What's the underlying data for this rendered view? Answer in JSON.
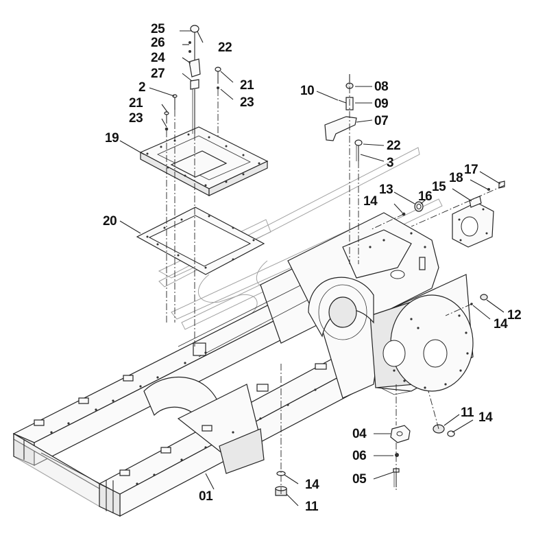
{
  "callouts": [
    {
      "id": "c25",
      "text": "25"
    },
    {
      "id": "c22a",
      "text": "22"
    },
    {
      "id": "c26",
      "text": "26"
    },
    {
      "id": "c24",
      "text": "24"
    },
    {
      "id": "c27",
      "text": "27"
    },
    {
      "id": "c2",
      "text": "2"
    },
    {
      "id": "c21a",
      "text": "21"
    },
    {
      "id": "c21b",
      "text": "21"
    },
    {
      "id": "c23a",
      "text": "23"
    },
    {
      "id": "c23b",
      "text": "23"
    },
    {
      "id": "c19",
      "text": "19"
    },
    {
      "id": "c10",
      "text": "10"
    },
    {
      "id": "c08",
      "text": "08"
    },
    {
      "id": "c09",
      "text": "09"
    },
    {
      "id": "c07",
      "text": "07"
    },
    {
      "id": "c22b",
      "text": "22"
    },
    {
      "id": "c3",
      "text": "3"
    },
    {
      "id": "c17",
      "text": "17"
    },
    {
      "id": "c18",
      "text": "18"
    },
    {
      "id": "c15",
      "text": "15"
    },
    {
      "id": "c13",
      "text": "13"
    },
    {
      "id": "c16",
      "text": "16"
    },
    {
      "id": "c14a",
      "text": "14"
    },
    {
      "id": "c20",
      "text": "20"
    },
    {
      "id": "c12",
      "text": "12"
    },
    {
      "id": "c14b",
      "text": "14"
    },
    {
      "id": "c11a",
      "text": "11"
    },
    {
      "id": "c14c",
      "text": "14"
    },
    {
      "id": "c04",
      "text": "04"
    },
    {
      "id": "c06",
      "text": "06"
    },
    {
      "id": "c05",
      "text": "05"
    },
    {
      "id": "c14d",
      "text": "14"
    },
    {
      "id": "c11b",
      "text": "11"
    },
    {
      "id": "c01",
      "text": "01"
    }
  ],
  "colors": {
    "ink": "#222222",
    "paper": "#ffffff",
    "shade": "#e8e8e8"
  }
}
